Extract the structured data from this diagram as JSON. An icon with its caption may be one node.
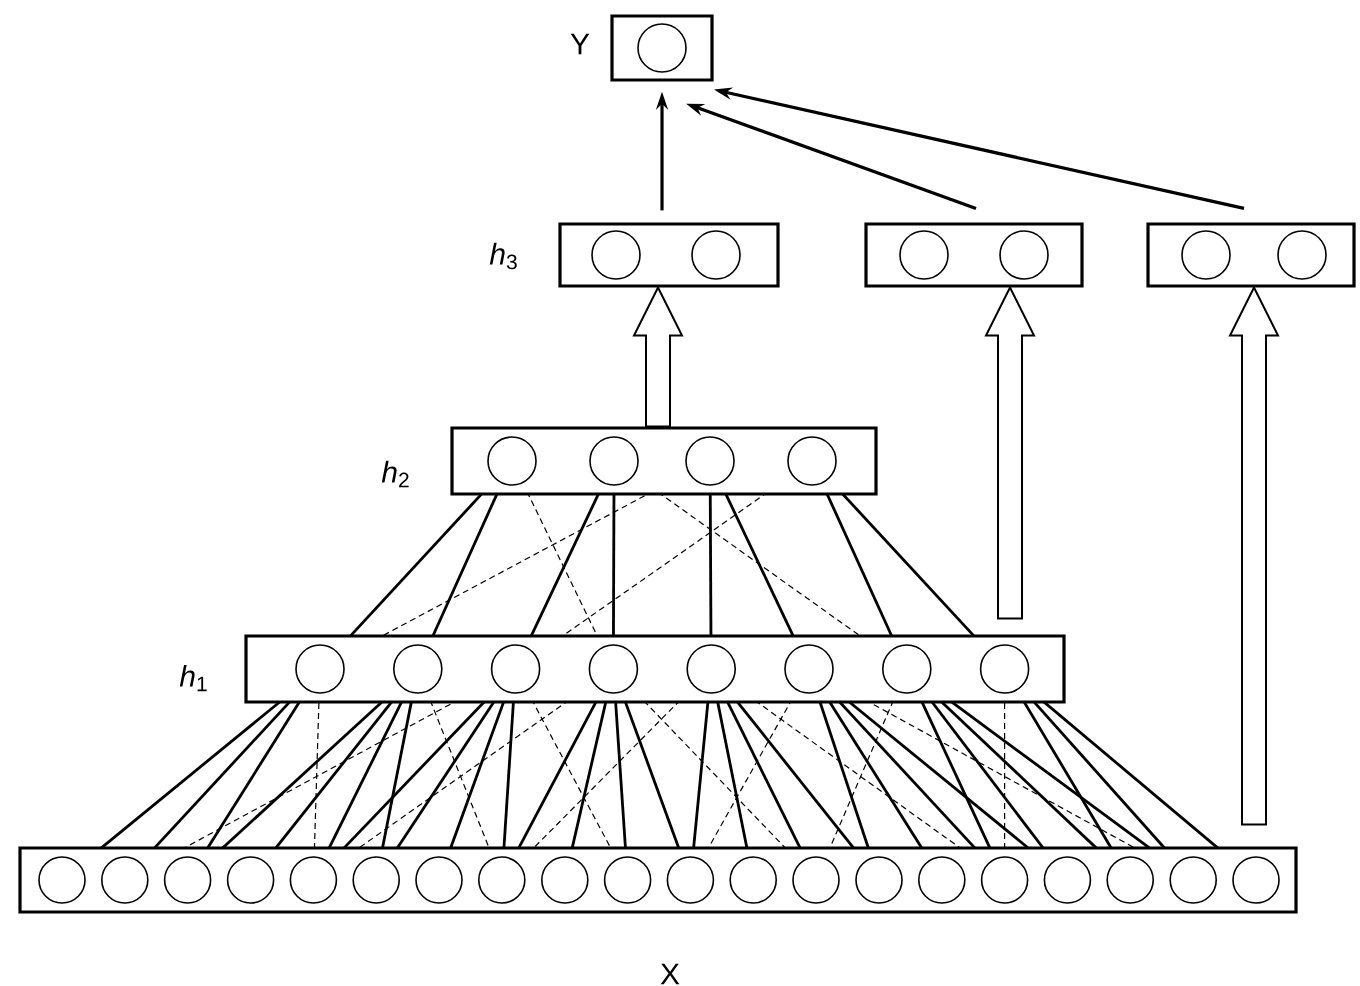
{
  "diagram": {
    "nodes": [
      {
        "text": [],
        "shape": "box",
        "beside": [
          "Y"
        ]
      },
      {
        "text": [],
        "shape": "box",
        "beside": [
          "*h*$_{3}$"
        ]
      },
      {
        "text": [],
        "shape": "box"
      },
      {
        "text": [],
        "shape": "box"
      },
      {
        "text": [],
        "shape": "box",
        "beside": [
          "*h*$_{2}$"
        ]
      },
      {
        "text": [],
        "shape": "box",
        "beside": [
          "*h*$_{1}$"
        ]
      },
      {
        "text": [],
        "shape": "box",
        "beside": [
          "X"
        ]
      }
    ],
    "edges": [
      {
        "from": 1,
        "to": 0,
        "arrow": "to"
      },
      {
        "from": 2,
        "to": 0,
        "arrow": "to"
      },
      {
        "from": 3,
        "to": 0,
        "arrow": "to"
      },
      {
        "from": 4,
        "to": 1,
        "arrow": "to",
        "style": "thick"
      },
      {
        "from": 5,
        "to": 2,
        "arrow": "to",
        "style": "thick"
      },
      {
        "from": 6,
        "to": 3,
        "arrow": "to",
        "style": "thick"
      }
    ]
  }
}
